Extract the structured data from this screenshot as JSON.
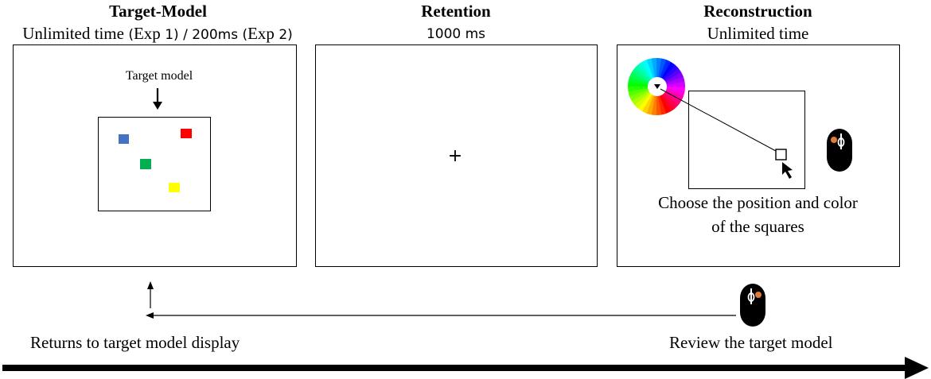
{
  "panels": [
    {
      "title": "Target-Model",
      "subtitle_serif_a": "Unlimited time",
      "subtitle_mono_a": " (",
      "subtitle_serif_b": "Exp",
      "subtitle_mono_b": " 1) / 200ms (",
      "subtitle_serif_c": "Exp",
      "subtitle_mono_c": " 2)",
      "label": "Target model",
      "squares": [
        {
          "color": "#4472c4"
        },
        {
          "color": "#ff0000"
        },
        {
          "color": "#00b050"
        },
        {
          "color": "#ffff00"
        }
      ]
    },
    {
      "title": "Retention",
      "subtitle": "1000 ms",
      "fixation": "+"
    },
    {
      "title": "Reconstruction",
      "subtitle": "Unlimited time",
      "instruction_line1": "Choose the position and color",
      "instruction_line2": "of the squares"
    }
  ],
  "bottom": {
    "left_caption": "Returns to target model display",
    "right_caption": "Review the target model"
  },
  "colors": {
    "mouse_body": "#000000",
    "mouse_button": "#e07b39"
  }
}
